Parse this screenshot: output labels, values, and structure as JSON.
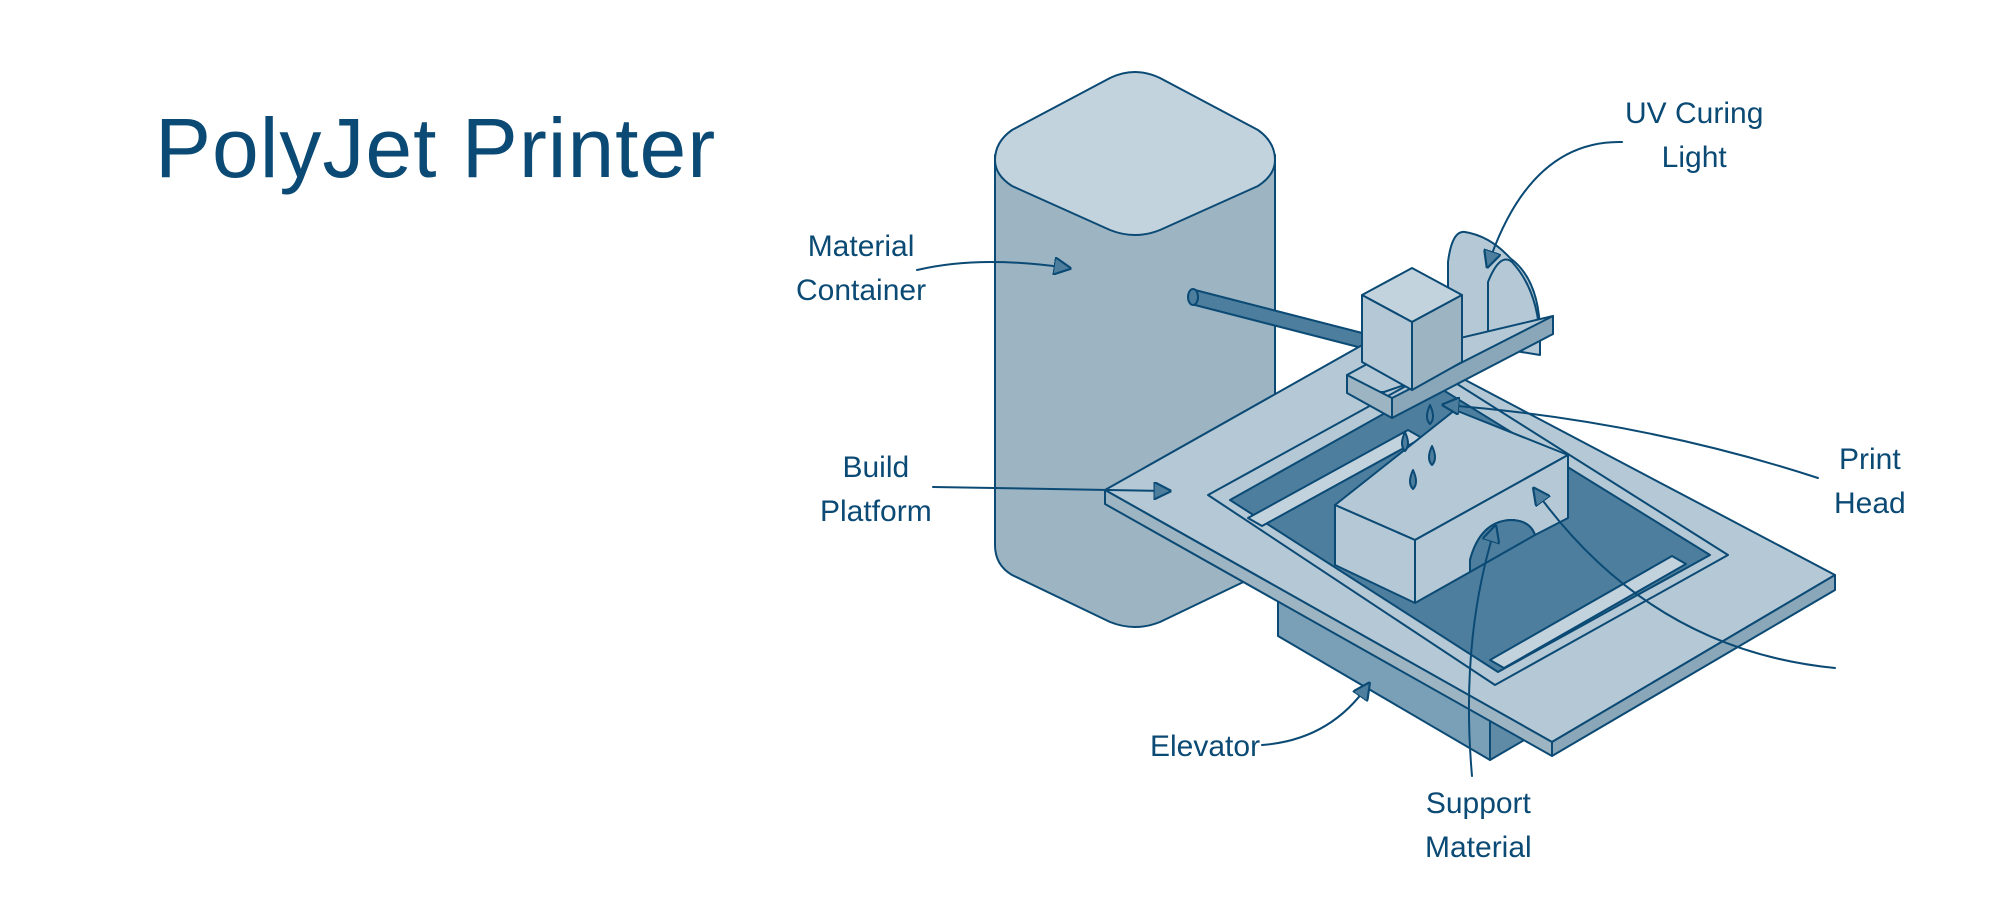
{
  "title": "PolyJet Printer",
  "labels": {
    "uv_curing_light": [
      "UV Curing",
      "Light"
    ],
    "material_container": [
      "Material",
      "Container"
    ],
    "build_platform": [
      "Build",
      "Platform"
    ],
    "print_head": [
      "Print",
      "Head"
    ],
    "elevator": [
      "Elevator"
    ],
    "support_material": [
      "Support",
      "Material"
    ]
  },
  "colors": {
    "ink": "#0b4a74",
    "light": "#b4c8d6",
    "mid": "#9db4c3",
    "container_top": "#c3d3de",
    "dark": "#4d7e9d",
    "elevator": "#7aa0b8",
    "stroke": "#0b4a74"
  }
}
